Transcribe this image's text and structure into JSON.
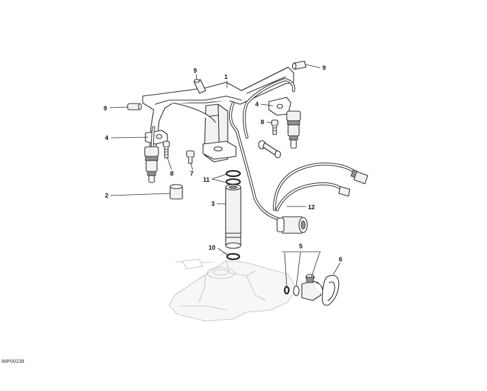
{
  "callouts": {
    "c1": "1",
    "c2": "2",
    "c3": "3",
    "c4a": "4",
    "c4b": "4",
    "c5": "5",
    "c6": "6",
    "c7": "7",
    "c8a": "8",
    "c8b": "8",
    "c9a": "9",
    "c9b": "9",
    "c9c": "9",
    "c10": "10",
    "c11": "11",
    "c12": "12"
  },
  "reference_code": "IMP00238",
  "icons": {
    "frame": "support-bracket-icon",
    "injector": "injector-icon",
    "sensor": "pressure-sensor-icon",
    "gasket": "gasket-icon",
    "wiring": "wiring-harness-icon"
  }
}
